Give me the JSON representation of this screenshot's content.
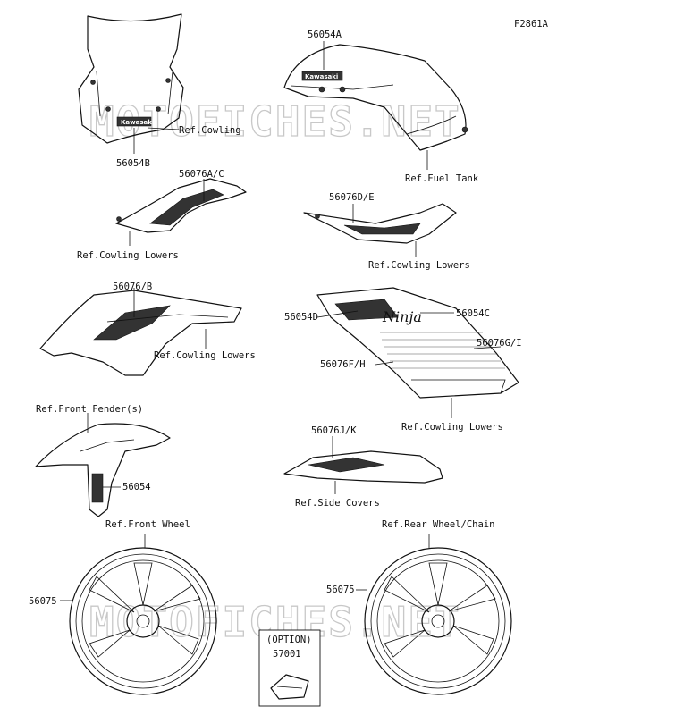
{
  "figure_code": "F2861A",
  "watermark": "MOTOFICHES.NET",
  "logo_text": "Kawasaki",
  "option_box": {
    "title": "(OPTION)",
    "part": "57001"
  },
  "parts": {
    "p56054A": "56054A",
    "p56054B": "56054B",
    "p56076AC": "56076A/C",
    "p56076DE": "56076D/E",
    "p56076B": "56076/B",
    "p56054D": "56054D",
    "p56054C": "56054C",
    "p56076GI": "56076G/I",
    "p56076FH": "56076F/H",
    "p56076JK": "56076J/K",
    "p56054": "56054",
    "p56075_front": "56075",
    "p56075_rear": "56075"
  },
  "refs": {
    "cowling": "Ref.Cowling",
    "fuel_tank": "Ref.Fuel Tank",
    "cowling_lowers_1": "Ref.Cowling Lowers",
    "cowling_lowers_2": "Ref.Cowling Lowers",
    "cowling_lowers_3": "Ref.Cowling Lowers",
    "cowling_lowers_4": "Ref.Cowling Lowers",
    "front_fender": "Ref.Front Fender(s)",
    "side_covers": "Ref.Side Covers",
    "front_wheel": "Ref.Front Wheel",
    "rear_wheel": "Ref.Rear Wheel/Chain"
  }
}
